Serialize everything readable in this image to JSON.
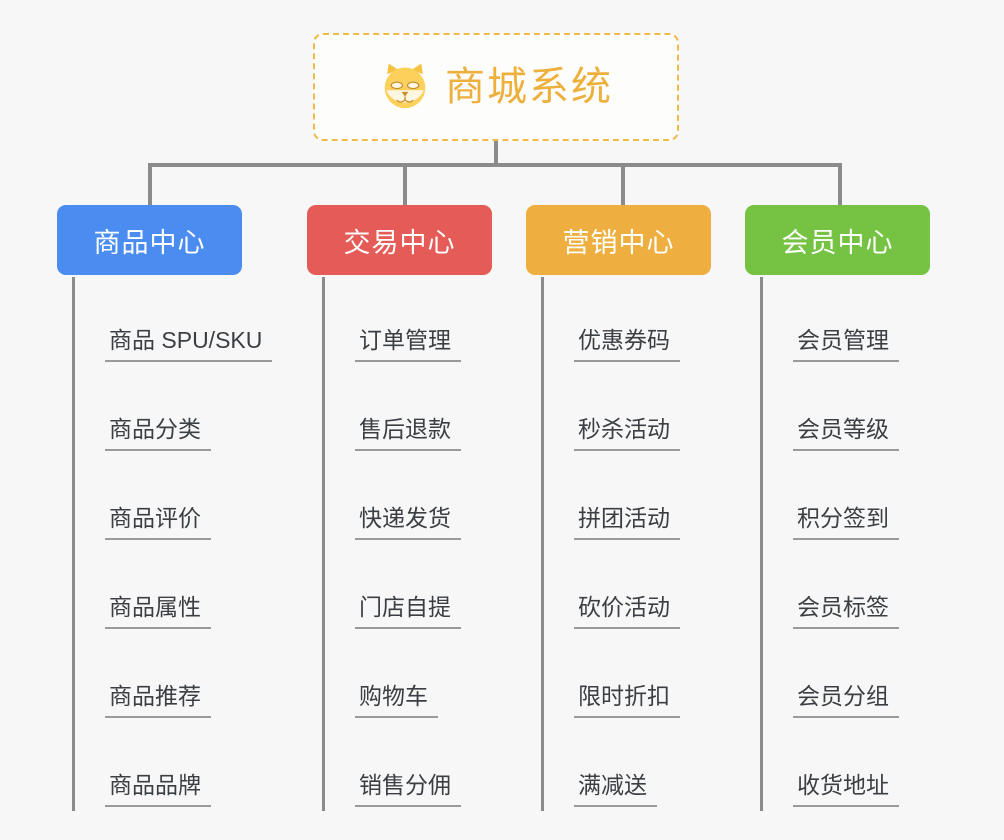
{
  "diagram": {
    "type": "organization-tree",
    "background_color": "#f7f7f7",
    "connector_color": "#8b8b8b",
    "root": {
      "title": "商城系统",
      "icon": "shiba-dog-face-emoji",
      "text_color": "#eeb03c",
      "border_color": "#f0b948",
      "background_color": "#fdfdfc"
    },
    "columns": [
      {
        "header": "商品中心",
        "color": "#4a8cf0",
        "items": [
          "商品 SPU/SKU",
          "商品分类",
          "商品评价",
          "商品属性",
          "商品推荐",
          "商品品牌"
        ]
      },
      {
        "header": "交易中心",
        "color": "#e45b57",
        "items": [
          "订单管理",
          "售后退款",
          "快递发货",
          "门店自提",
          "购物车",
          "销售分佣"
        ]
      },
      {
        "header": "营销中心",
        "color": "#eeaf40",
        "items": [
          "优惠券码",
          "秒杀活动",
          "拼团活动",
          "砍价活动",
          "限时折扣",
          "满减送"
        ]
      },
      {
        "header": "会员中心",
        "color": "#76c344",
        "items": [
          "会员管理",
          "会员等级",
          "积分签到",
          "会员标签",
          "会员分组",
          "收货地址"
        ]
      }
    ]
  }
}
